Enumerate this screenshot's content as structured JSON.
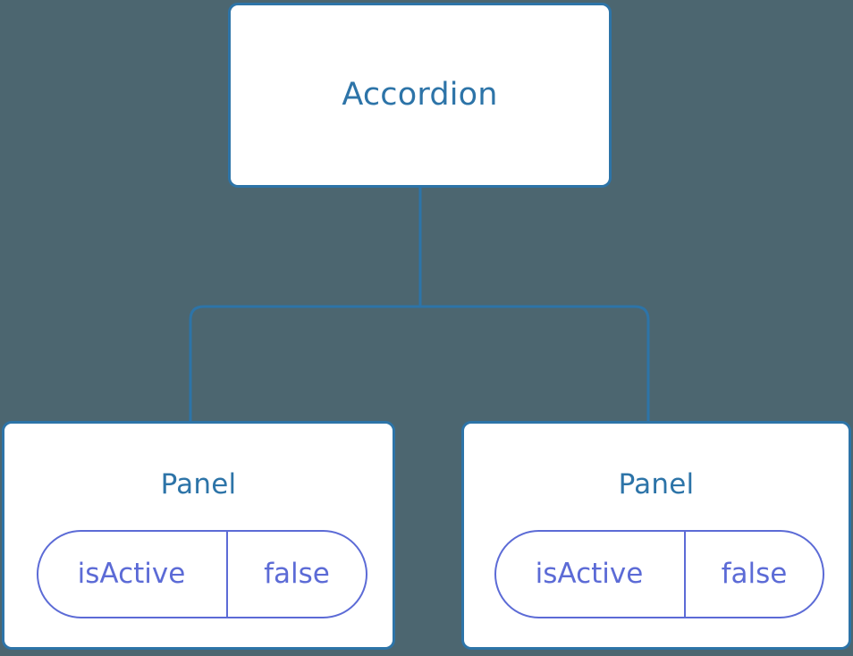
{
  "diagram": {
    "type": "component-tree",
    "background_color": "#4c6670",
    "node_border_color": "#2d74a8",
    "node_fill_color": "#ffffff",
    "node_text_color": "#2d74a8",
    "prop_color": "#5c6bd6",
    "connector_color": "#2d74a8"
  },
  "root": {
    "label": "Accordion"
  },
  "children": [
    {
      "label": "Panel",
      "props": [
        {
          "key": "isActive",
          "value": "false"
        }
      ]
    },
    {
      "label": "Panel",
      "props": [
        {
          "key": "isActive",
          "value": "false"
        }
      ]
    }
  ]
}
